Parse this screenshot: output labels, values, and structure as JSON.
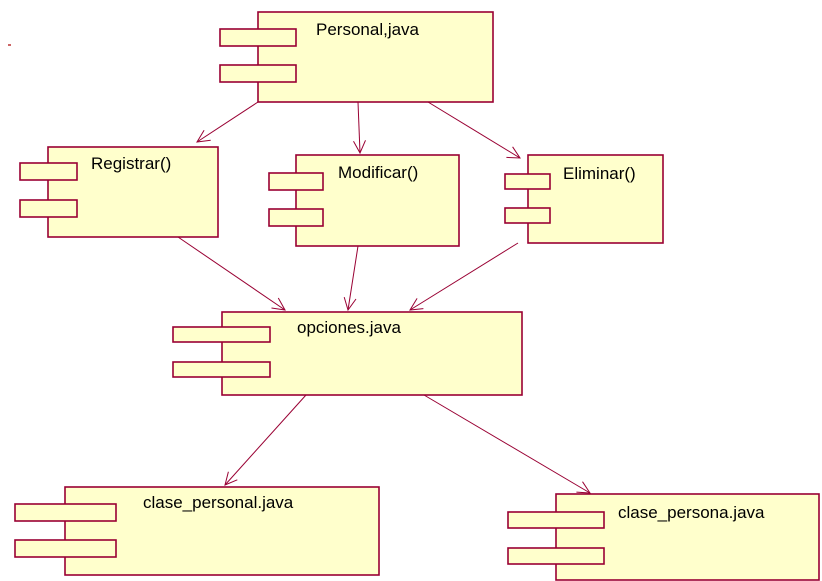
{
  "diagram": {
    "type": "uml-component-diagram",
    "colors": {
      "fill": "#ffffcc",
      "stroke": "#990033",
      "text": "#000000",
      "background": "#ffffff"
    },
    "components": [
      {
        "id": "personal",
        "label": "Personal,java"
      },
      {
        "id": "registrar",
        "label": "Registrar()"
      },
      {
        "id": "modificar",
        "label": "Modificar()"
      },
      {
        "id": "eliminar",
        "label": "Eliminar()"
      },
      {
        "id": "opciones",
        "label": "opciones.java"
      },
      {
        "id": "clase_personal",
        "label": "clase_personal.java"
      },
      {
        "id": "clase_persona",
        "label": "clase_persona.java"
      }
    ],
    "dependencies": [
      {
        "from": "personal",
        "to": "registrar"
      },
      {
        "from": "personal",
        "to": "modificar"
      },
      {
        "from": "personal",
        "to": "eliminar"
      },
      {
        "from": "registrar",
        "to": "opciones"
      },
      {
        "from": "modificar",
        "to": "opciones"
      },
      {
        "from": "eliminar",
        "to": "opciones"
      },
      {
        "from": "opciones",
        "to": "clase_personal"
      },
      {
        "from": "opciones",
        "to": "clase_persona"
      }
    ]
  }
}
